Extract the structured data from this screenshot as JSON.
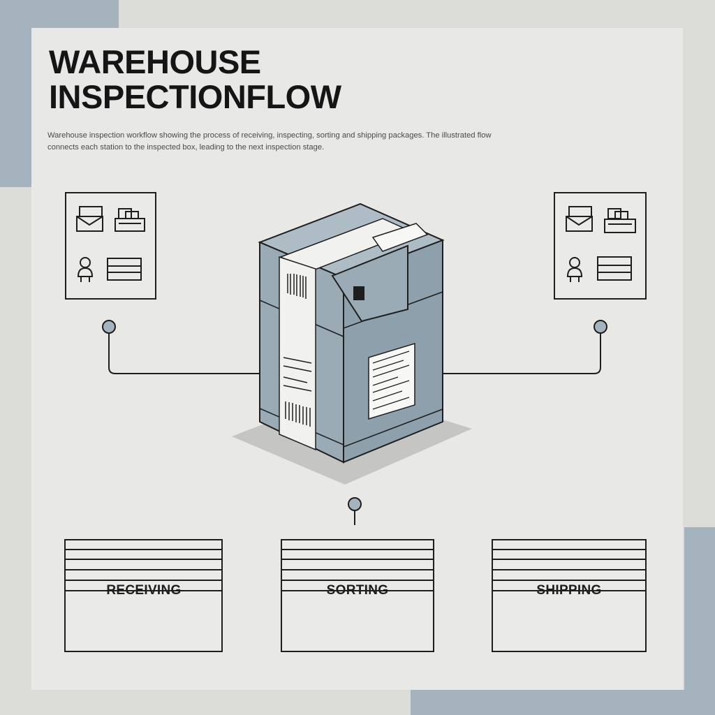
{
  "header": {
    "title_line1": "WAREHOUSE",
    "title_line2": "INSPECTIONFLOW",
    "description": "Warehouse inspection workflow showing the process of receiving, inspecting, sorting and shipping packages. The illustrated flow connects each station to the inspected box, leading to the next inspection stage."
  },
  "stations": {
    "left": {
      "icons": [
        "envelope-icon",
        "inbox-tray-icon",
        "person-icon",
        "document-lines-icon"
      ]
    },
    "right": {
      "icons": [
        "envelope-icon",
        "inbox-tray-icon",
        "person-icon",
        "document-lines-icon"
      ]
    }
  },
  "center": {
    "icon": "package-box-icon"
  },
  "stages": [
    {
      "label": "RECEIVING"
    },
    {
      "label": "SORTING"
    },
    {
      "label": "SHIPPING"
    }
  ],
  "colors": {
    "background": "#dcdcd8",
    "panel": "#e8e8e6",
    "accent": "#a4b3bd",
    "box": "#9aabb6",
    "line": "#1e1e1e"
  }
}
